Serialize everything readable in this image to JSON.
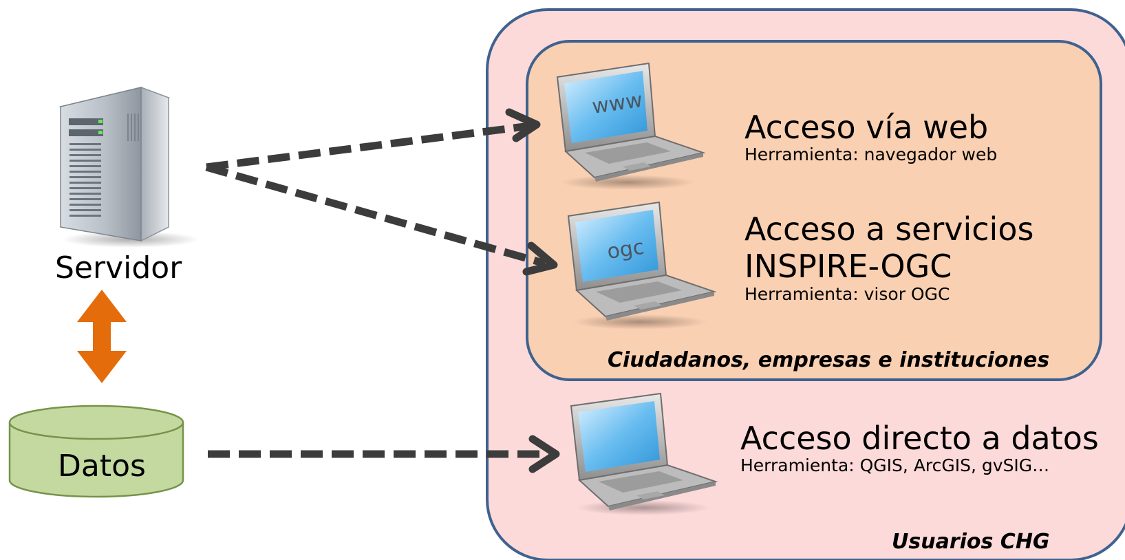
{
  "colors": {
    "outer_group_fill": "#fddada",
    "inner_group_fill": "#fad0b2",
    "group_border": "#3f628f",
    "arrow_dash": "#3c3c3c",
    "bidirectional_arrow": "#e46c0a",
    "datos_fill": "#c4d9a0",
    "datos_border": "#76934a"
  },
  "nodes": {
    "server": {
      "icon": "server-tower-icon",
      "label": "Servidor"
    },
    "data": {
      "icon": "database-cylinder-icon",
      "label": "Datos"
    }
  },
  "groups": {
    "outer": {
      "caption": "Usuarios CHG"
    },
    "inner": {
      "caption": "Ciudadanos, empresas e instituciones"
    }
  },
  "access_methods": [
    {
      "icon": "laptop-icon",
      "screen_text": "www",
      "title_lines": [
        "Acceso vía web"
      ],
      "tool": "Herramienta: navegador web"
    },
    {
      "icon": "laptop-icon",
      "screen_text": "ogc",
      "title_lines": [
        "Acceso a servicios",
        "INSPIRE-OGC"
      ],
      "tool": "Herramienta: visor OGC"
    },
    {
      "icon": "laptop-icon",
      "screen_text": "",
      "title_lines": [
        "Acceso directo a datos"
      ],
      "tool": "Herramienta: QGIS, ArcGIS, gvSIG…"
    }
  ],
  "connections": [
    {
      "from": "Servidor",
      "to": "Acceso vía web",
      "style": "dashed-arrow"
    },
    {
      "from": "Servidor",
      "to": "Acceso a servicios INSPIRE-OGC",
      "style": "dashed-arrow"
    },
    {
      "from": "Datos",
      "to": "Acceso directo a datos",
      "style": "dashed-arrow"
    },
    {
      "from": "Servidor",
      "to": "Datos",
      "style": "bidirectional-arrow"
    }
  ]
}
